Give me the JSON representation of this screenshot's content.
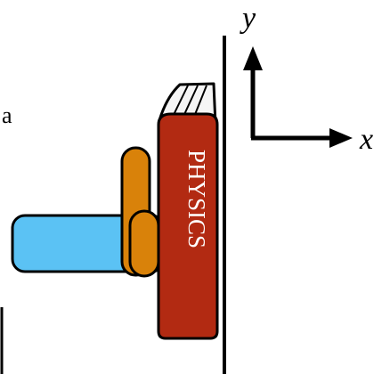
{
  "labels": {
    "y_axis": "y",
    "x_axis": "x",
    "left_letter": "a",
    "book_title": "PHYSICS"
  },
  "colors": {
    "book_cover": "#B22A12",
    "book_pages": "#F5F5F5",
    "thumb": "#D9820A",
    "hand": "#5BC2F4",
    "outline": "#000000"
  },
  "icons": {
    "axes": "xy-axes-icon",
    "wall": "vertical-wall-line",
    "book": "book-icon",
    "hand": "hand-icon"
  }
}
